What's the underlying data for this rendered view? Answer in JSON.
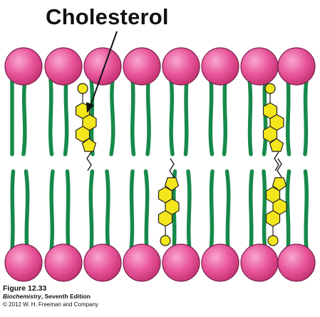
{
  "diagram": {
    "label": "Cholesterol",
    "colors": {
      "head_fill": "#e8559a",
      "head_stroke": "#7a1f4e",
      "tail": "#168a4a",
      "cholesterol_fill": "#f4e61c",
      "cholesterol_stroke": "#222222",
      "arrow": "#111111"
    }
  },
  "caption": {
    "figure": "Figure 12.33",
    "book_title": "Biochemistry",
    "book_edition": ", Seventh Edition",
    "copyright": "© 2012 W. H. Freeman and Company"
  }
}
